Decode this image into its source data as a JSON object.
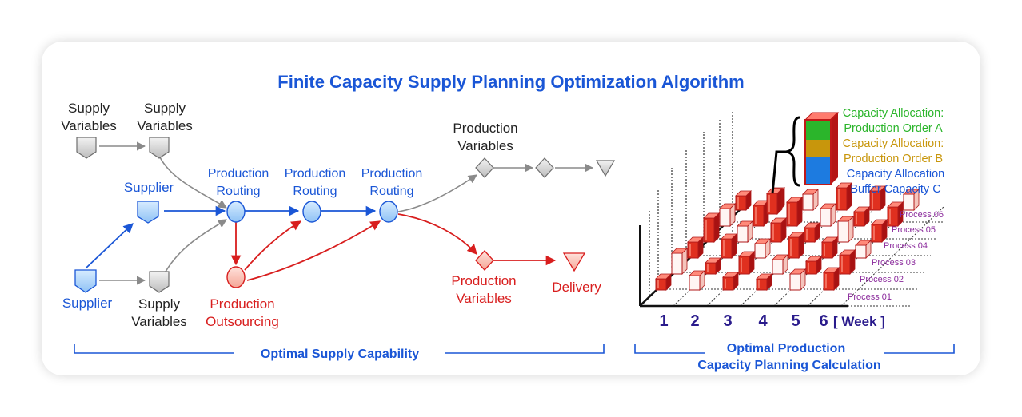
{
  "title": "Finite Capacity Supply Planning Optimization Algorithm",
  "colors": {
    "blue": "#1a56d6",
    "red": "#d81e1e",
    "gray": "#8a8a8a",
    "purple": "#2a1b8c",
    "magenta": "#8b2a9c",
    "green": "#2bb52b",
    "gold": "#c8960c"
  },
  "left": {
    "supply_vars_1": [
      "Supply",
      "Variables"
    ],
    "supply_vars_2": [
      "Supply",
      "Variables"
    ],
    "supplier_top": "Supplier",
    "supplier_bottom": "Supplier",
    "supply_vars_3": [
      "Supply",
      "Variables"
    ],
    "routing_1": [
      "Production",
      "Routing"
    ],
    "routing_2": [
      "Production",
      "Routing"
    ],
    "routing_3": [
      "Production",
      "Routing"
    ],
    "production_vars_top": [
      "Production",
      "Variables"
    ],
    "outsourcing": [
      "Production",
      "Outsourcing"
    ],
    "production_vars_bottom": [
      "Production",
      "Variables"
    ],
    "delivery": "Delivery",
    "bracket_label": "Optimal Supply Capability"
  },
  "right": {
    "legend": {
      "a": [
        "Capacity Allocation:",
        "Production Order A"
      ],
      "b": [
        "Capacity Allocation:",
        "Production Order B"
      ],
      "c": [
        "Capacity Allocation",
        "Buffer Capacity C"
      ]
    },
    "processes": [
      "Process 06",
      "Process 05",
      "Process 04",
      "Process 03",
      "Process 02",
      "Process 01"
    ],
    "weeks": [
      "1",
      "2",
      "3",
      "4",
      "5",
      "6"
    ],
    "week_label": "[ Week ]",
    "bracket_label": [
      "Optimal Production",
      "Capacity Planning Calculation"
    ]
  }
}
